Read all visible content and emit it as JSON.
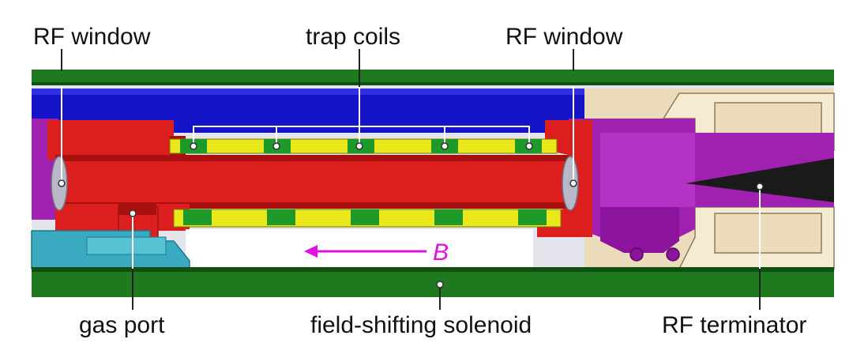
{
  "labels": {
    "rf_window_left": "RF window",
    "trap_coils": "trap coils",
    "rf_window_right": "RF window",
    "gas_port": "gas port",
    "field_shifting_solenoid": "field-shifting solenoid",
    "rf_terminator": "RF terminator",
    "field_symbol": "B"
  },
  "colors": {
    "solenoid_green": "#1f7a1f",
    "solenoid_dark": "#0f4f0f",
    "trap_blue": "#1414c8",
    "tube_red": "#dd1e1e",
    "tube_dark": "#a80f0f",
    "coil_yellow": "#e8e81c",
    "coil_green": "#1e9a2a",
    "terminator_purple": "#a020b0",
    "terminator_light": "#c040d0",
    "cone_black": "#1a1a1a",
    "shield_tan": "#ecdcbc",
    "gas_cyan": "#3aaac0",
    "gray": "#b8b8c8",
    "arrow_magenta": "#e010e0"
  }
}
